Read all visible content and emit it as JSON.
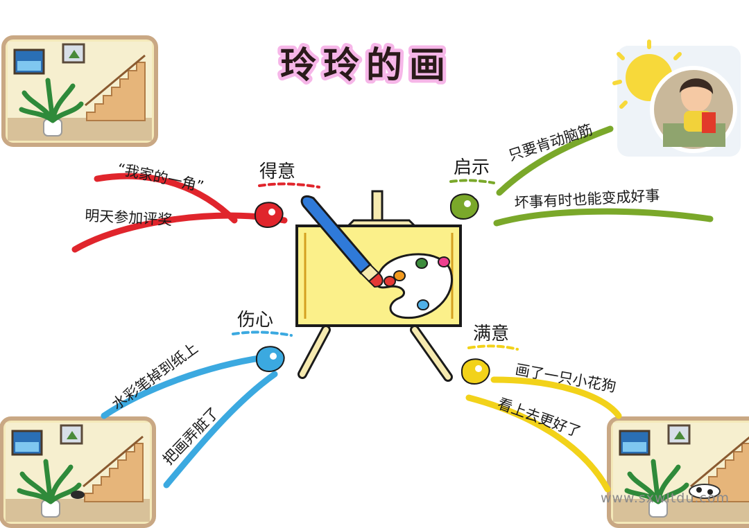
{
  "title": "玲玲的画",
  "center": {
    "label": "",
    "colors": {
      "board": "#fbf08a",
      "brush": "#2f7ad9",
      "palette_paints": [
        "#e53935",
        "#f29a1f",
        "#3c8c3c",
        "#ee3f8f",
        "#4fb0e8"
      ]
    }
  },
  "branches": [
    {
      "id": "deyi",
      "heading": "得意",
      "color": "#e0252c",
      "lines": [
        "“我家的一角”",
        "明天参加评奖"
      ]
    },
    {
      "id": "qishi",
      "heading": "启示",
      "color": "#7aa82a",
      "lines": [
        "只要肯动脑筋",
        "坏事有时也能变成好事"
      ]
    },
    {
      "id": "shangxin",
      "heading": "伤心",
      "color": "#3ba9e0",
      "lines": [
        "水彩笔掉到纸上",
        "把画弄脏了"
      ]
    },
    {
      "id": "manyi",
      "heading": "满意",
      "color": "#f2d21a",
      "lines": [
        "画了一只小花狗",
        "看上去更好了"
      ]
    }
  ],
  "illustrations": [
    {
      "id": "room-top-left",
      "icon": "staircase-room-illustration"
    },
    {
      "id": "girl-top-right",
      "icon": "girl-drawing-illustration"
    },
    {
      "id": "room-bottom-left",
      "icon": "staircase-room-illustration"
    },
    {
      "id": "room-bottom-right",
      "icon": "staircase-room-with-dog-illustration"
    }
  ],
  "watermark": "www.sxwltdu.com"
}
